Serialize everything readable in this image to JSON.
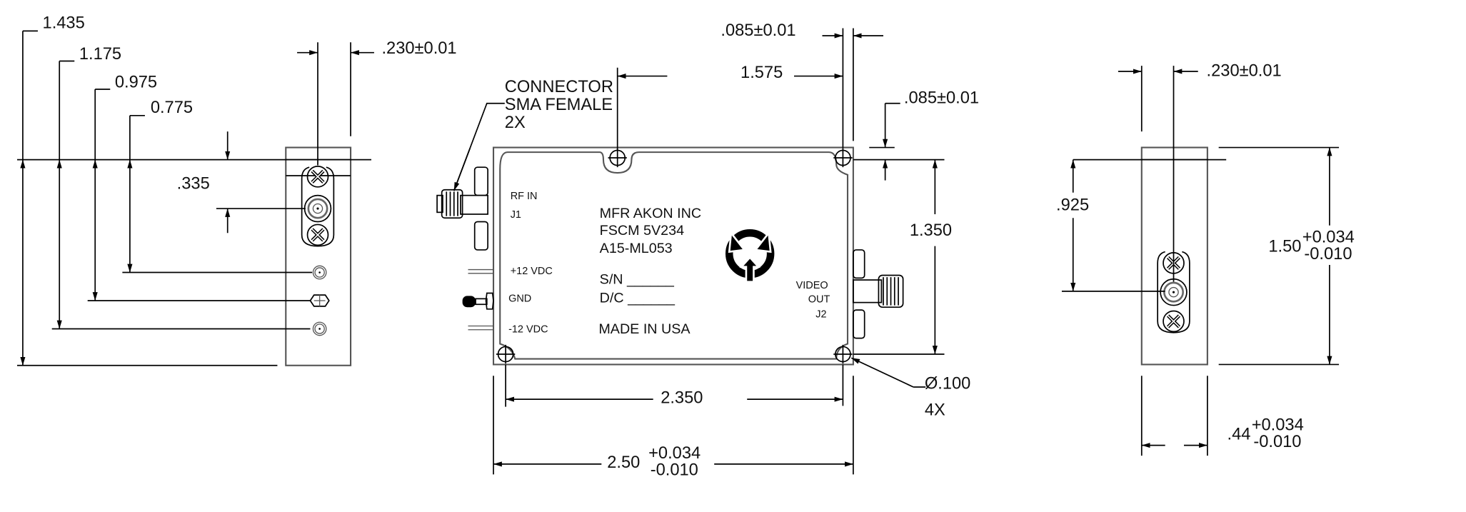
{
  "left_view": {
    "dims": {
      "d1": "1.435",
      "d2": "1.175",
      "d3": "0.975",
      "d4": "0.775",
      "d5": ".335",
      "width": ".230±0.01"
    }
  },
  "center_view": {
    "connector_note": [
      "CONNECTOR",
      "SMA FEMALE",
      "2X"
    ],
    "pin_labels": {
      "rf_in": "RF IN",
      "j1": "J1",
      "p12": "+12 VDC",
      "gnd": "GND",
      "m12": "-12 VDC",
      "video": "VIDEO",
      "out": "OUT",
      "j2": "J2"
    },
    "label_lines": {
      "mfr": "MFR AKON INC",
      "fscm": "FSCM 5V234",
      "part": "A15-ML053",
      "sn": "S/N ______",
      "dc": "D/C ______",
      "origin": "MADE IN USA"
    },
    "dims": {
      "top_offset": ".085±0.01",
      "hole_span_top": "1.575",
      "right_offset": ".085±0.01",
      "height": "1.350",
      "hole_dia": "Ø.100",
      "hole_qty": "4X",
      "hole_span": "2.350",
      "length": "2.50",
      "length_tol_plus": "+0.034",
      "length_tol_minus": "-0.010"
    }
  },
  "right_view": {
    "dims": {
      "width": ".230±0.01",
      "connector_height": ".925",
      "height": "1.50",
      "height_tol_plus": "+0.034",
      "height_tol_minus": "-0.010",
      "depth": ".44",
      "depth_tol_plus": "+0.034",
      "depth_tol_minus": "-0.010"
    }
  }
}
